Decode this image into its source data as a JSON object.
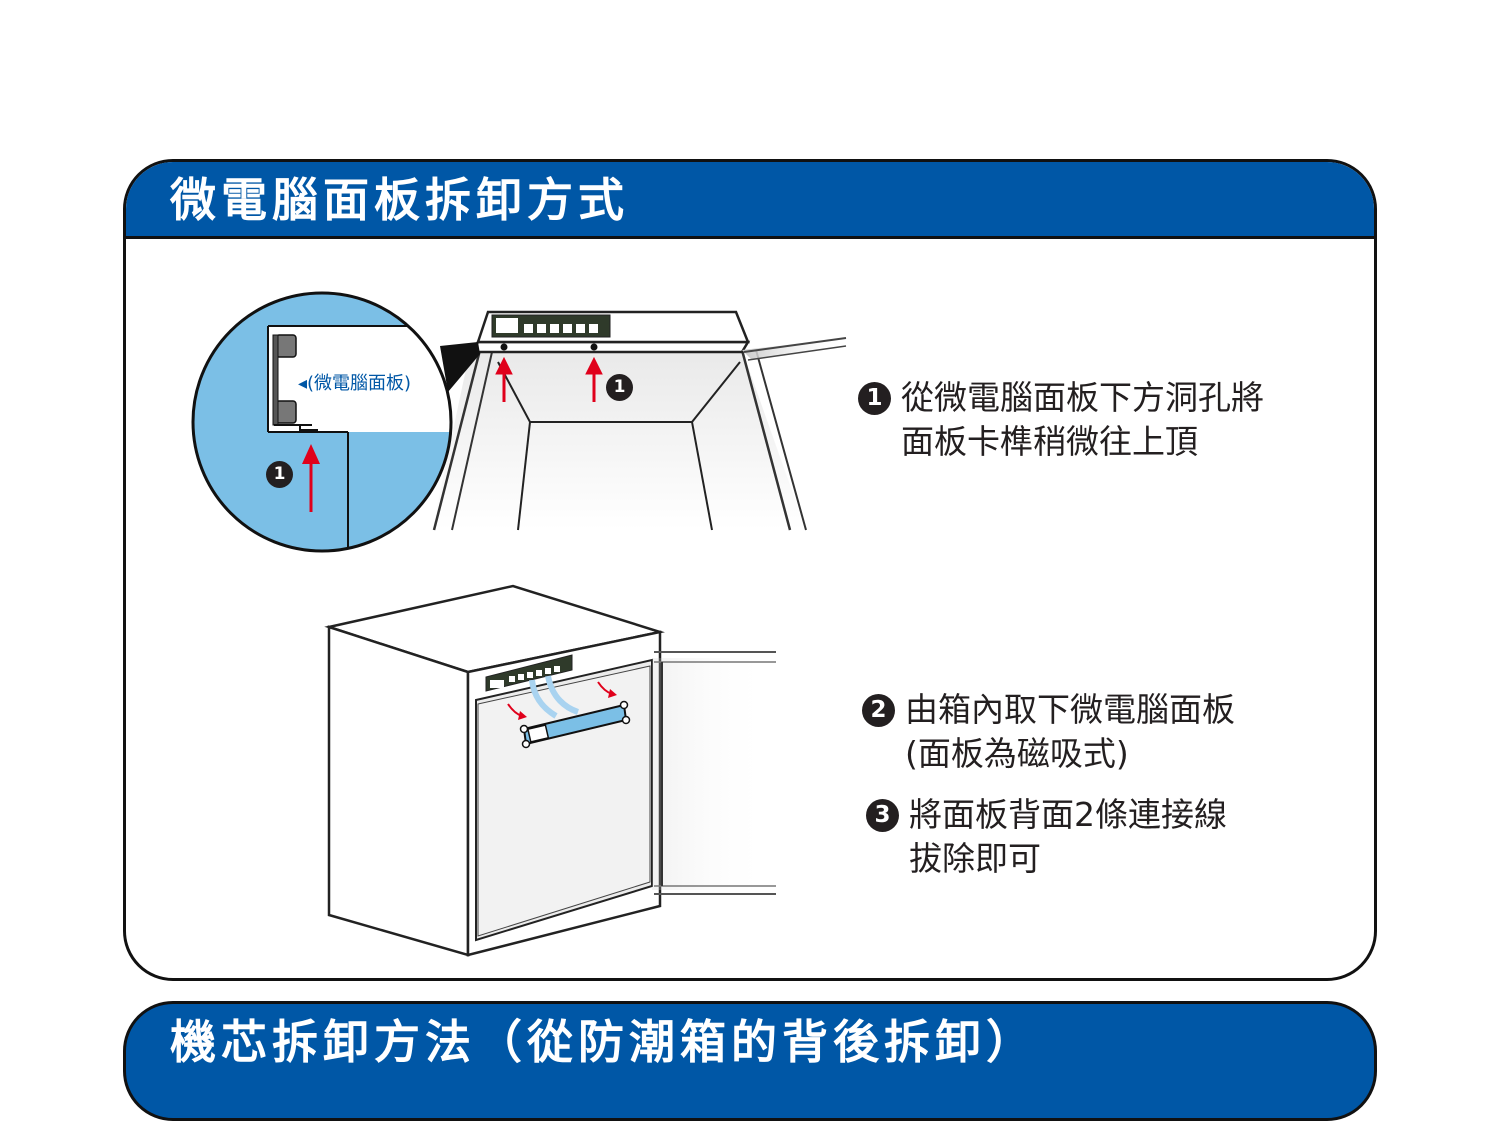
{
  "section1": {
    "title": "微電腦面板拆卸方式"
  },
  "section2": {
    "title": "機芯拆卸方法（從防潮箱的背後拆卸）"
  },
  "zoom": {
    "label": "◂(微電腦面板)",
    "badge": "1"
  },
  "top_badge": "1",
  "steps": [
    {
      "num": "1",
      "line1": "從微電腦面板下方洞孔將",
      "line2": "面板卡榫稍微往上頂"
    },
    {
      "num": "2",
      "line1": "由箱內取下微電腦面板",
      "line2": "(面板為磁吸式)"
    },
    {
      "num": "3",
      "line1": "將面板背面2條連接線",
      "line2": "拔除即可"
    }
  ],
  "colors": {
    "header": "#0057a6",
    "zoom_fill": "#7bbfe6",
    "arrow": "#e0001b",
    "panel_green": "#2f3a2a"
  }
}
